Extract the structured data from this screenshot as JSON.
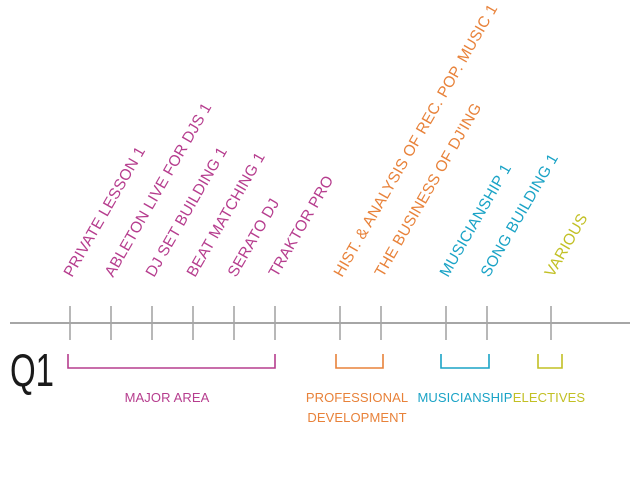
{
  "quarter_label": "Q1",
  "colors": {
    "axis": "#a6a6a6",
    "major": "#b63d8e",
    "professional": "#e8823a",
    "musicianship": "#1aa3c6",
    "electives": "#c2c024",
    "quarter": "#1a1a1a"
  },
  "courses": {
    "c1": "PRIVATE LESSON 1",
    "c2": "ABLETON LIVE FOR DJS 1",
    "c3": "DJ SET BUILDING 1",
    "c4": "BEAT MATCHING 1",
    "c5": "SERATO DJ",
    "c6": "TRAKTOR PRO",
    "c7": "HIST. & ANALYSIS OF REC. POP. MUSIC 1",
    "c8": "THE BUSINESS OF DJ'ING",
    "c9": "MUSICIANSHIP 1",
    "c10": "SONG BUILDING 1",
    "c11": "VARIOUS"
  },
  "categories": {
    "major": "MAJOR AREA",
    "professional_line1": "PROFESSIONAL",
    "professional_line2": "DEVELOPMENT",
    "musicianship": "MUSICIANSHIP",
    "electives": "ELECTIVES"
  }
}
